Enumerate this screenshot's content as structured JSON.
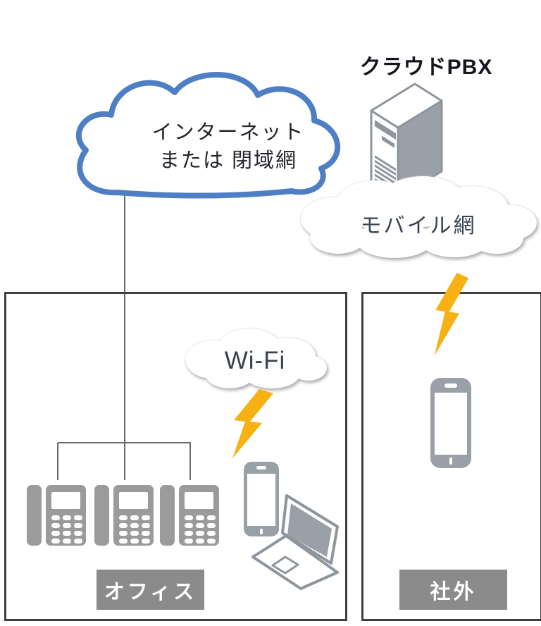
{
  "diagram": {
    "internet_cloud": {
      "line1": "インターネット",
      "line2": "または 閉域網"
    },
    "cloud_pbx": {
      "label": "クラウドPBX"
    },
    "mobile_network": {
      "label": "モバイル網"
    },
    "office": {
      "label": "オフィス",
      "wifi_label": "Wi-Fi"
    },
    "offsite": {
      "label": "社外"
    }
  },
  "icons": {
    "internet-cloud": "blue-outline-cloud-shape",
    "cloud-pbx-server": "gray-3d-tower-server",
    "mobile-network-cloud": "white-fluffy-cloud",
    "wifi-cloud": "white-fluffy-cloud",
    "desk-phone": "gray-office-phone",
    "smartphone": "gray-smartphone",
    "laptop": "gray-3d-laptop",
    "lightning-bolt": "orange-lightning-bolt",
    "connector-line": "thin-gray-line"
  },
  "colors": {
    "cloud-blue": "#4E7FC5",
    "device-gray": "#9AA0A7",
    "device-stroke": "#8E959C",
    "phone-gray": "#9B9B9B",
    "lightning-orange": "#F8B112",
    "label-bg": "#8B8B8B",
    "label-text": "#FFFFFF",
    "box-border": "#3F3F3F",
    "connector": "#696969",
    "text-dark": "#23252B",
    "cloud-text": "#3A4150"
  }
}
